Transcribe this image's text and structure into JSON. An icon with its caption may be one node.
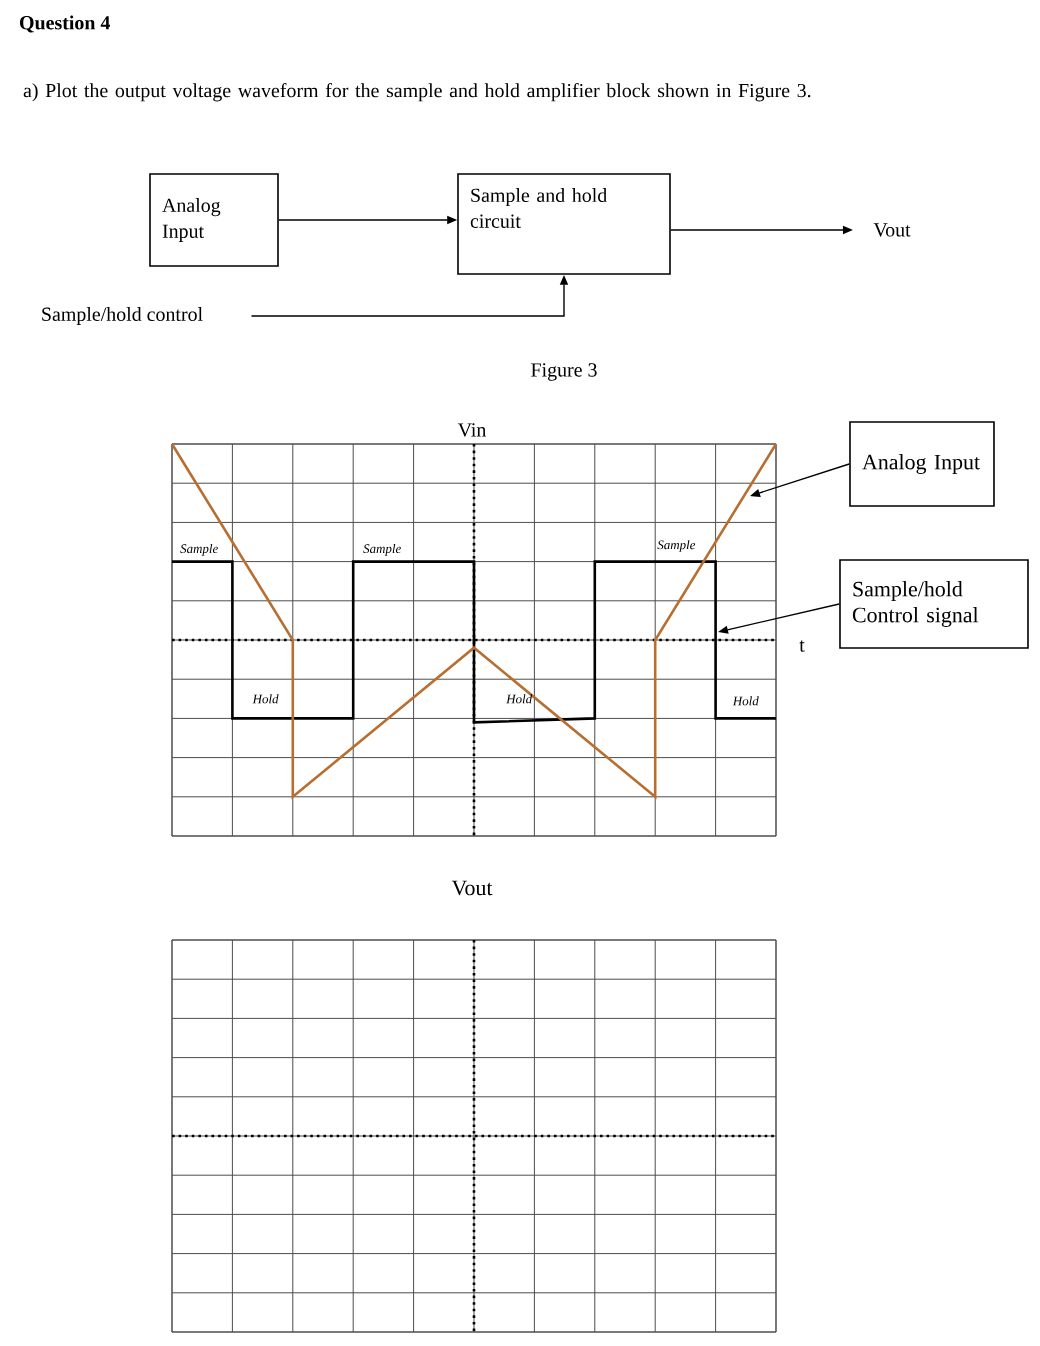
{
  "diagram": {
    "title": "Question 4",
    "nodes": [
      {
        "text": [
          "Analog Input"
        ]
      },
      {
        "text": [
          "Sample and hold circuit"
        ]
      },
      {
        "text": [
          "Vout"
        ]
      },
      {
        "text": [
          "Sample/hold control"
        ]
      },
      {
        "text": [
          "Analog Input"
        ]
      },
      {
        "text": [
          "Sample/hold Control signal"
        ]
      }
    ],
    "edges": [
      {
        "from": 0,
        "to": 1,
        "arrow": "to"
      },
      {
        "from": 1,
        "to": 2,
        "arrow": "to"
      },
      {
        "from": 3,
        "to": 1,
        "arrow": "to"
      },
      {
        "from": 4,
        "to": null,
        "arrow": "to"
      },
      {
        "from": 5,
        "to": null,
        "arrow": "to"
      }
    ],
    "labels": [
      "a) Plot the output voltage waveform for the sample and hold amplifier block shown in Figure 3.",
      "Figure 3",
      "Vin",
      "Sample",
      "Sample",
      "Sample",
      "Hold",
      "Hold",
      "Hold",
      "t",
      "Vout"
    ]
  }
}
